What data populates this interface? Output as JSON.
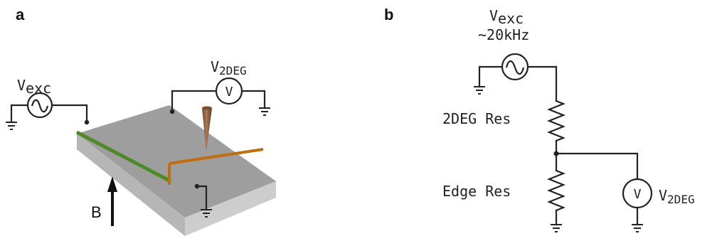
{
  "panel_a": {
    "label": "a",
    "source_label": "V",
    "source_sub": "exc",
    "meter_symbol": "V",
    "meter_label": "V",
    "meter_sub": "2DEG",
    "field_label": "B"
  },
  "panel_b": {
    "label": "b",
    "source_label": "V",
    "source_sub": "exc",
    "frequency": "~20kHz",
    "resistor_top_label": "2DEG Res",
    "resistor_bottom_label": "Edge Res",
    "meter_symbol": "V",
    "meter_label": "V",
    "meter_sub": "2DEG"
  },
  "colors": {
    "edge_stripe": "#4e8a26",
    "gate_stripe": "#c06e12",
    "tip": "#8a5a3a",
    "slab_top": "#9e9e9e",
    "slab_side": "#cdcdcd"
  }
}
